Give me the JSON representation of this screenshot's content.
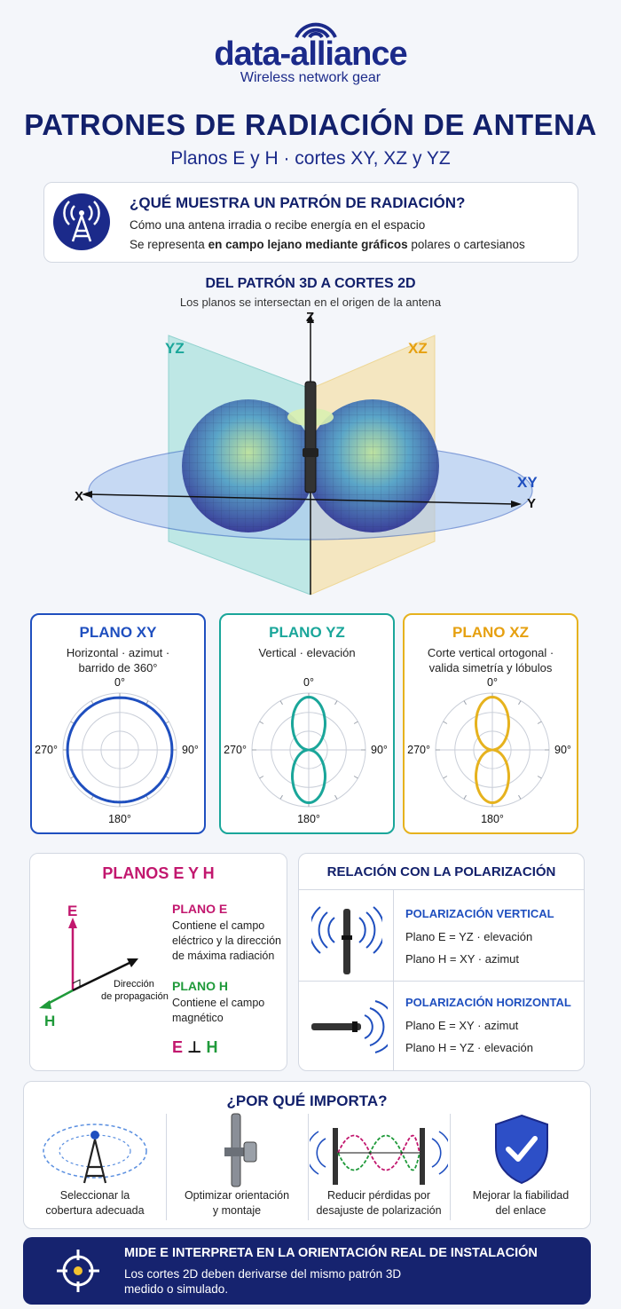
{
  "brand": {
    "name": "data-alliance",
    "tagline": "Wireless network gear"
  },
  "header": {
    "title": "PATRONES DE RADIACIÓN DE ANTENA",
    "subtitle": "Planos E y H · cortes XY, XZ y YZ"
  },
  "info": {
    "heading": "¿QUÉ MUESTRA UN PATRÓN DE RADIACIÓN?",
    "line1": "Cómo una antena irradia o recibe energía en el espacio",
    "line2_pre": "Se representa ",
    "line2_bold": "en campo lejano mediante gráficos",
    "line2_post": " polares o cartesianos"
  },
  "diagram3d": {
    "title": "DEL PATRÓN 3D A CORTES 2D",
    "subtitle": "Los planos se intersectan en el origen de la antena",
    "labels": {
      "z": "Z",
      "x": "X",
      "y": "Y",
      "yz": "YZ",
      "xz": "XZ",
      "xy": "XY"
    }
  },
  "polar": [
    {
      "title": "PLANO XY",
      "desc1": "Horizontal · azimut ·",
      "desc2": "barrido de 360°",
      "color": "#1f4fbf",
      "shape": "circle"
    },
    {
      "title": "PLANO YZ",
      "desc1": "Vertical · elevación",
      "desc2": "",
      "color": "#1aa69a",
      "shape": "eight"
    },
    {
      "title": "PLANO XZ",
      "desc1": "Corte vertical ortogonal ·",
      "desc2": "valida simetría y lóbulos",
      "color": "#e6b21e",
      "shape": "eight"
    }
  ],
  "polar_axes": {
    "top": "0°",
    "right": "90°",
    "bottom": "180°",
    "left": "270°"
  },
  "planes_eh": {
    "title": "PLANOS E Y H",
    "e_label": "E",
    "h_label": "H",
    "direction1": "Dirección",
    "direction2": "de propagación",
    "plano_e_title": "PLANO E",
    "plano_e_l1": "Contiene el campo",
    "plano_e_l2": "eléctrico y la dirección",
    "plano_e_l3": "de máxima radiación",
    "plano_h_title": "PLANO H",
    "plano_h_l1": "Contiene el campo",
    "plano_h_l2": "magnético",
    "perp_e": "E",
    "perp_sym": "⊥",
    "perp_h": "H"
  },
  "polarization": {
    "title": "RELACIÓN CON LA POLARIZACIÓN",
    "vertical": {
      "heading": "POLARIZACIÓN VERTICAL",
      "e": "Plano E = YZ · elevación",
      "h": "Plano H = XY · azimut"
    },
    "horizontal": {
      "heading": "POLARIZACIÓN HORIZONTAL",
      "e": "Plano E = XY · azimut",
      "h": "Plano H = YZ · elevación"
    }
  },
  "why": {
    "title": "¿POR QUÉ IMPORTA?",
    "items": [
      {
        "l1": "Seleccionar la",
        "l2": "cobertura adecuada",
        "icon": "tower-coverage-icon"
      },
      {
        "l1": "Optimizar orientación",
        "l2": "y montaje",
        "icon": "antenna-mount-icon"
      },
      {
        "l1": "Reducir pérdidas por",
        "l2": "desajuste de polarización",
        "icon": "polarization-wave-icon"
      },
      {
        "l1": "Mejorar la fiabilidad",
        "l2": "del enlace",
        "icon": "shield-check-icon"
      }
    ]
  },
  "footer": {
    "heading": "MIDE E INTERPRETA EN LA ORIENTACIÓN REAL DE INSTALACIÓN",
    "l1": "Los cortes 2D deben derivarse del mismo patrón 3D",
    "l2": "medido o simulado."
  },
  "colors": {
    "navy": "#12206b",
    "blue": "#1f4fbf",
    "teal": "#1aa69a",
    "gold": "#e6b21e",
    "magenta": "#c2176e",
    "green": "#1f9a3a"
  }
}
